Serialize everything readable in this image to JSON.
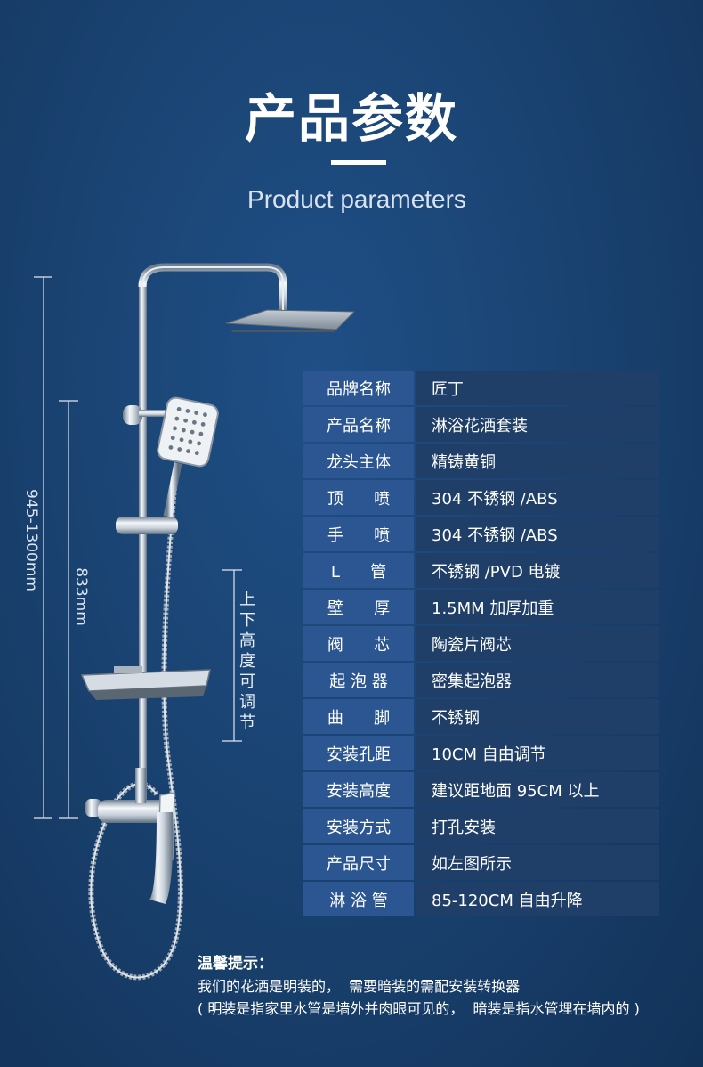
{
  "header": {
    "title": "产品参数",
    "subtitle": "Product parameters"
  },
  "dimensions": {
    "total_height": "945-1300mm",
    "bar_height": "833mm",
    "adjust_note": [
      "上",
      "下",
      "高",
      "度",
      "可",
      "调",
      "节"
    ]
  },
  "specs": [
    {
      "label": "品牌名称",
      "value": "匠丁"
    },
    {
      "label": "产品名称",
      "value": "淋浴花洒套装"
    },
    {
      "label": "龙头主体",
      "value": "精铸黄铜"
    },
    {
      "label": "顶      喷",
      "value": "304 不锈钢 /ABS"
    },
    {
      "label": "手      喷",
      "value": "304 不锈钢 /ABS"
    },
    {
      "label": "L      管",
      "value": "不锈钢 /PVD 电镀"
    },
    {
      "label": "壁      厚",
      "value": "1.5MM 加厚加重"
    },
    {
      "label": "阀      芯",
      "value": "陶瓷片阀芯"
    },
    {
      "label": "起 泡 器",
      "value": "密集起泡器"
    },
    {
      "label": "曲      脚",
      "value": "不锈钢"
    },
    {
      "label": "安装孔距",
      "value": "10CM 自由调节"
    },
    {
      "label": "安装高度",
      "value": "建议距地面 95CM 以上"
    },
    {
      "label": "安装方式",
      "value": "打孔安装"
    },
    {
      "label": "产品尺寸",
      "value": "如左图所示"
    },
    {
      "label": "淋 浴 管",
      "value": "85-120CM 自由升降"
    }
  ],
  "tips": {
    "heading": "温馨提示：",
    "line1": "我们的花洒是明装的，  需要暗装的需配安装转换器",
    "line2": "( 明装是指家里水管是墙外并肉眼可见的，  暗装是指水管埋在墙内的 )"
  }
}
